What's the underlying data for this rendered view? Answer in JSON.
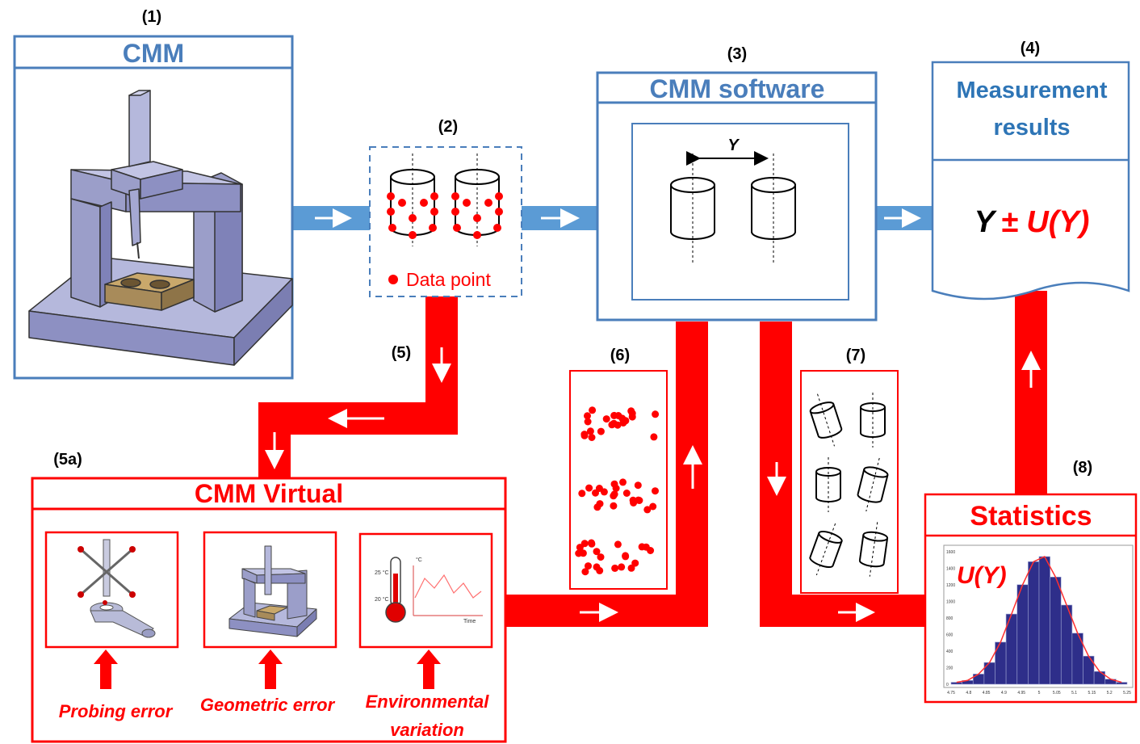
{
  "colors": {
    "blue": "#4a7ebb",
    "red": "#ff0000",
    "arrow_blue": "#5b9bd5",
    "machine": "#9b9ec9",
    "part": "#a88b5a"
  },
  "numbers": {
    "n1": "(1)",
    "n2": "(2)",
    "n3": "(3)",
    "n4": "(4)",
    "n5": "(5)",
    "n5a": "(5a)",
    "n6": "(6)",
    "n7": "(7)",
    "n8": "(8)"
  },
  "cmm": {
    "title": "CMM"
  },
  "data_points": {
    "legend": "Data point"
  },
  "software": {
    "title": "CMM software",
    "dim_label": "Y"
  },
  "results": {
    "title_line1": "Measurement",
    "title_line2": "results",
    "value_y": "Y",
    "value_u": "± U(Y)"
  },
  "virtual": {
    "title": "CMM Virtual",
    "probing": "Probing error",
    "geometric": "Geometric error",
    "env_line1": "Environmental",
    "env_line2": "variation",
    "thermo_hi": "25 °C",
    "thermo_lo": "20 °C",
    "axis_c": "°C",
    "axis_time": "Time"
  },
  "statistics": {
    "title": "Statistics",
    "u_label": "U(Y)",
    "y_ticks": [
      "1600",
      "1400",
      "1200",
      "1000",
      "800",
      "600",
      "400",
      "200",
      "0"
    ],
    "x_ticks": [
      "4.75",
      "4.8",
      "4.85",
      "4.9",
      "4.95",
      "5",
      "5.05",
      "5.1",
      "5.15",
      "5.2",
      "5.25"
    ],
    "bins": [
      0.015,
      0.03,
      0.08,
      0.17,
      0.33,
      0.55,
      0.78,
      0.96,
      1.0,
      0.84,
      0.62,
      0.4,
      0.22,
      0.1,
      0.04,
      0.015
    ]
  }
}
